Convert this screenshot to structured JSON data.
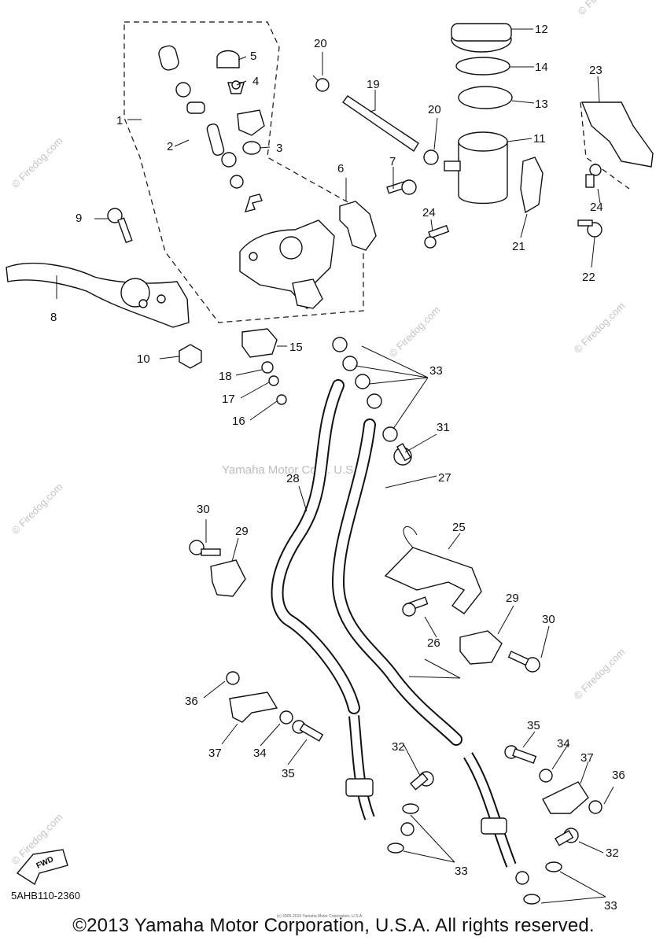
{
  "diagram": {
    "callouts": [
      {
        "label": "1"
      },
      {
        "label": "2"
      },
      {
        "label": "3"
      },
      {
        "label": "4"
      },
      {
        "label": "5"
      },
      {
        "label": "6"
      },
      {
        "label": "7"
      },
      {
        "label": "8"
      },
      {
        "label": "9"
      },
      {
        "label": "10"
      },
      {
        "label": "11"
      },
      {
        "label": "12"
      },
      {
        "label": "13"
      },
      {
        "label": "14"
      },
      {
        "label": "15"
      },
      {
        "label": "16"
      },
      {
        "label": "17"
      },
      {
        "label": "18"
      },
      {
        "label": "19"
      },
      {
        "label": "20"
      },
      {
        "label": "20"
      },
      {
        "label": "21"
      },
      {
        "label": "22"
      },
      {
        "label": "23"
      },
      {
        "label": "24"
      },
      {
        "label": "24"
      },
      {
        "label": "25"
      },
      {
        "label": "26"
      },
      {
        "label": "27"
      },
      {
        "label": "28"
      },
      {
        "label": "29"
      },
      {
        "label": "29"
      },
      {
        "label": "30"
      },
      {
        "label": "30"
      },
      {
        "label": "31"
      },
      {
        "label": "32"
      },
      {
        "label": "32"
      },
      {
        "label": "33"
      },
      {
        "label": "33"
      },
      {
        "label": "33"
      },
      {
        "label": "34"
      },
      {
        "label": "34"
      },
      {
        "label": "35"
      },
      {
        "label": "35"
      },
      {
        "label": "36"
      },
      {
        "label": "36"
      },
      {
        "label": "37"
      },
      {
        "label": "37"
      }
    ],
    "fwd_label": "FWD",
    "part_number": "5AHB110-2360",
    "watermark_center": "Yamaha Motor Corp. U.S.A.",
    "watermark_firedog": "© Firedog.com",
    "watermark_tile": "© Firedog.com",
    "small_credit": "(c) 2005-2015 Yamaha Motor Corporation, U.S.A.",
    "copyright": "©2013 Yamaha Motor Corporation, U.S.A. All rights reserved."
  }
}
